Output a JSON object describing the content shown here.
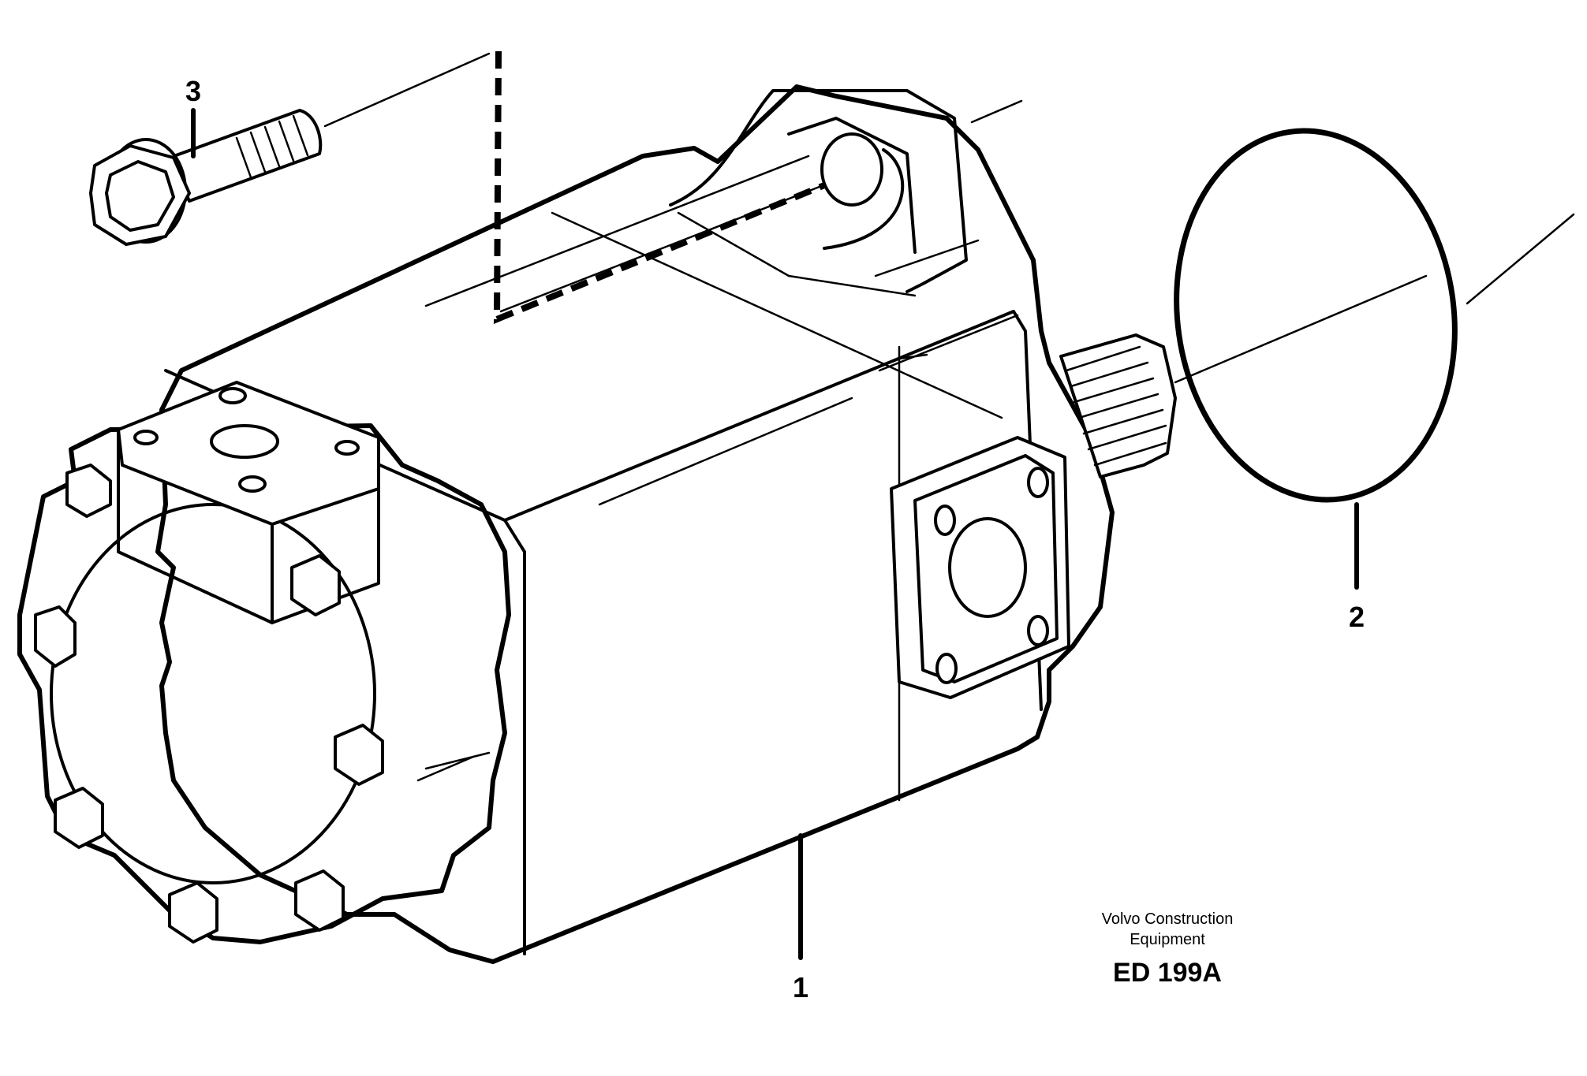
{
  "callouts": {
    "part_1": "1",
    "part_2": "2",
    "part_3": "3"
  },
  "footer": {
    "brand_line1": "Volvo Construction",
    "brand_line2": "Equipment",
    "drawing_code": "ED 199A"
  }
}
